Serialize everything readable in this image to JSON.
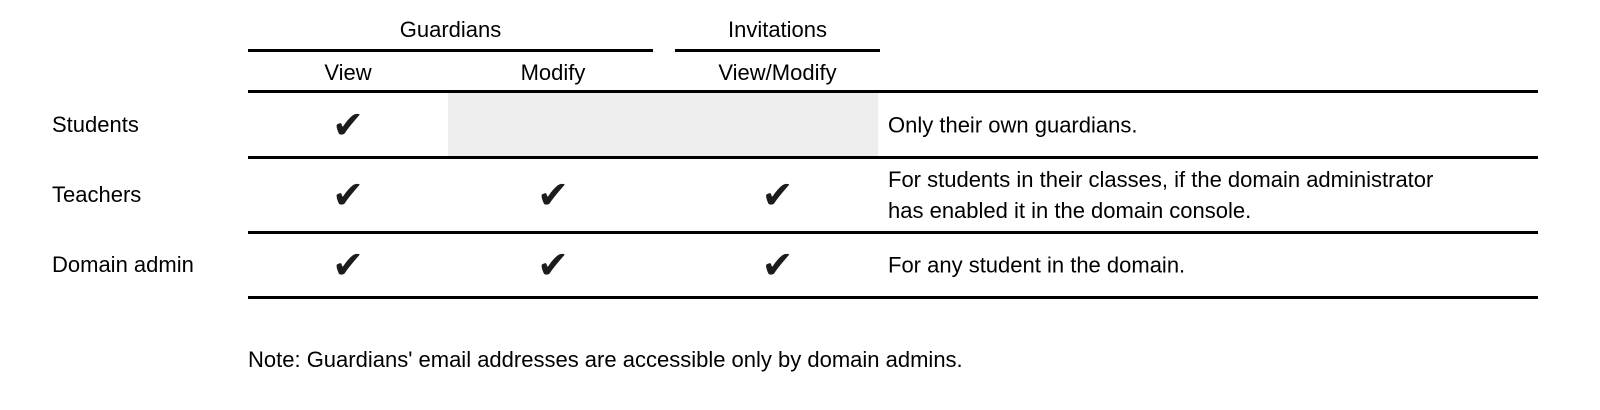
{
  "table": {
    "column_groups": [
      {
        "label": "Guardians"
      },
      {
        "label": "Invitations"
      }
    ],
    "columns": [
      {
        "group": "Guardians",
        "label": "View"
      },
      {
        "group": "Guardians",
        "label": "Modify"
      },
      {
        "group": "Invitations",
        "label": "View/Modify"
      }
    ],
    "check_glyph": "✔",
    "rows": [
      {
        "label": "Students",
        "checks": [
          "✔",
          "",
          ""
        ],
        "shaded_columns": [
          "Modify",
          "View/Modify"
        ],
        "annotation_lines": [
          "Only their own guardians."
        ]
      },
      {
        "label": "Teachers",
        "checks": [
          "✔",
          "✔",
          "✔"
        ],
        "annotation_lines": [
          "For students in their classes, if the domain administrator",
          "has enabled it in the domain console."
        ]
      },
      {
        "label": "Domain admin",
        "checks": [
          "✔",
          "✔",
          "✔"
        ],
        "annotation_lines": [
          "For any student in the domain."
        ]
      }
    ]
  },
  "footnote": "Note: Guardians' email addresses are accessible only by domain admins.",
  "colors": {
    "text": "#000000",
    "line": "#000000",
    "shaded_cell": "#eeeeee"
  }
}
